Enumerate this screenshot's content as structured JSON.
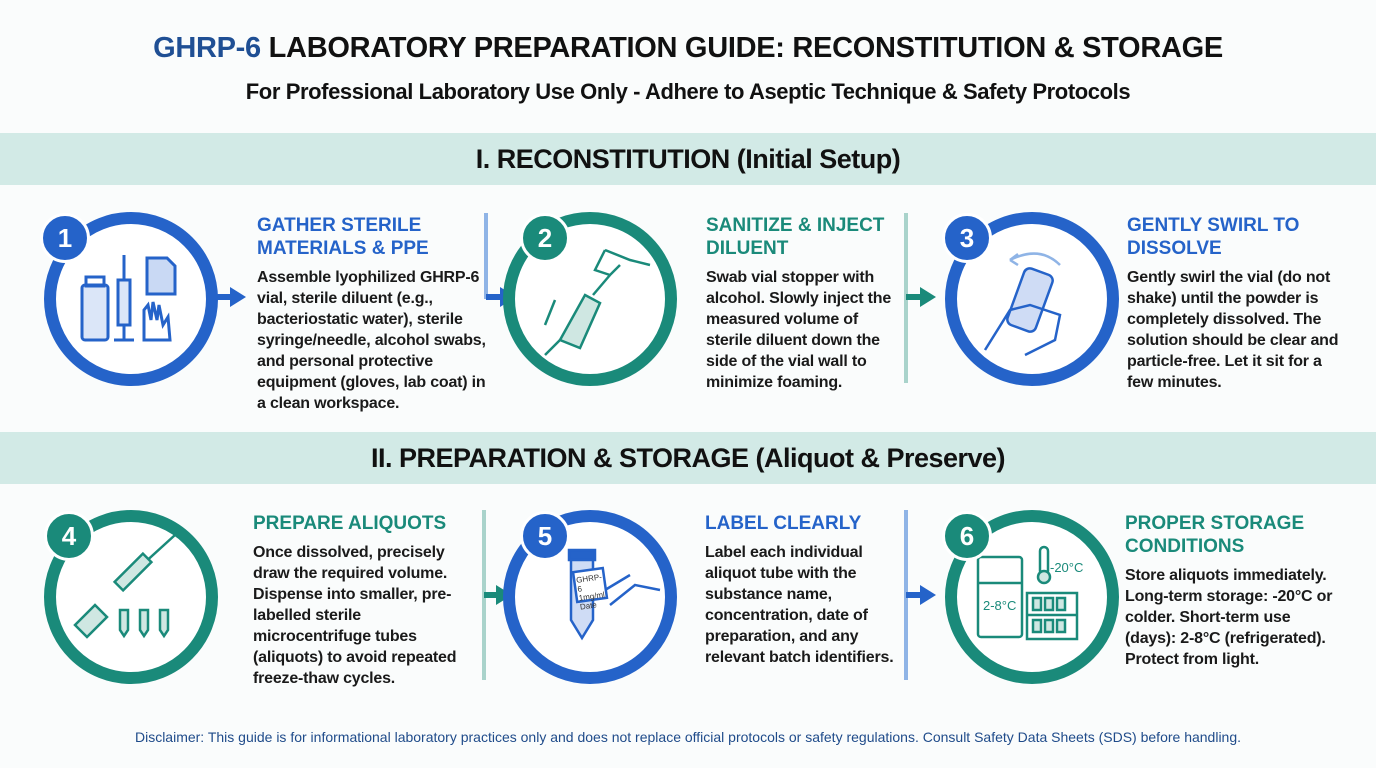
{
  "header": {
    "title_highlight": "GHRP-6",
    "title_rest": " LABORATORY PREPARATION GUIDE: RECONSTITUTION & STORAGE",
    "subtitle": "For Professional Laboratory Use Only - Adhere to Aseptic Technique & Safety Protocols"
  },
  "sections": [
    {
      "title": "I. RECONSTITUTION (Initial Setup)"
    },
    {
      "title": "II. PREPARATION & STORAGE (Aliquot & Preserve)"
    }
  ],
  "colors": {
    "blue": "#2563c9",
    "teal": "#1a8a7a",
    "band": "#d2eae6"
  },
  "steps": [
    {
      "number": "1",
      "heading": "GATHER STERILE MATERIALS & PPE",
      "body": "Assemble lyophilized GHRP-6 vial, sterile diluent (e.g., bacteriostatic water), sterile syringe/needle, alcohol swabs, and personal protective equipment (gloves, lab coat) in a clean workspace.",
      "icon": "vial-syringe-gloves-icon"
    },
    {
      "number": "2",
      "heading": "SANITIZE & INJECT DILUENT",
      "body": "Swab vial stopper with alcohol. Slowly inject the measured volume of sterile diluent down the side of the vial wall to minimize foaming.",
      "icon": "inject-vial-icon"
    },
    {
      "number": "3",
      "heading": "GENTLY SWIRL TO DISSOLVE",
      "body": "Gently swirl the vial (do not shake) until the powder is completely dissolved. The solution should be clear and particle-free. Let it sit for a few minutes.",
      "icon": "swirl-vial-icon"
    },
    {
      "number": "4",
      "heading": "PREPARE ALIQUOTS",
      "body": "Once dissolved, precisely draw the required volume. Dispense into smaller, pre-labelled sterile microcentrifuge tubes (aliquots) to avoid repeated freeze-thaw cycles.",
      "icon": "syringe-tubes-icon"
    },
    {
      "number": "5",
      "heading": "LABEL CLEARLY",
      "body": "Label each individual aliquot tube with the substance name, concentration, date of preparation, and any relevant batch identifiers.",
      "icon": "label-tube-icon",
      "label_text": "GHRP-6 1mg/ml Date"
    },
    {
      "number": "6",
      "heading": "PROPER STORAGE CONDITIONS",
      "body": "Store aliquots immediately. Long-term storage: -20°C or colder. Short-term use (days): 2-8°C (refrigerated). Protect from light.",
      "icon": "fridge-freezer-icon",
      "fridge_label": "2-8°C",
      "freezer_label": "-20°C"
    }
  ],
  "disclaimer": "Disclaimer: This guide is for informational laboratory practices only and does not replace official protocols or safety regulations. Consult Safety Data Sheets (SDS) before handling."
}
